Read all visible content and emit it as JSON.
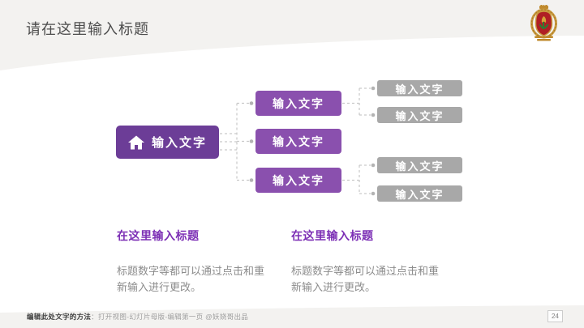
{
  "colors": {
    "band_gray": "#f3f2f0",
    "root_purple": "#6c3d97",
    "child_purple": "#8a50ae",
    "gray_box": "#a8a8a8",
    "heading_purple": "#7c2fb5",
    "body_text_gray": "#8c8c8c",
    "title_gray": "#4d4d4d",
    "connector_gray": "#c9c9c9"
  },
  "header": {
    "title": "请在这里输入标题",
    "logo": "university-crest"
  },
  "diagram": {
    "root": {
      "label": "输入文字",
      "icon": "home-icon"
    },
    "level2": [
      {
        "label": "输入文字"
      },
      {
        "label": "输入文字"
      },
      {
        "label": "输入文字"
      }
    ],
    "level3": [
      {
        "label": "输入文字"
      },
      {
        "label": "输入文字"
      },
      {
        "label": "输入文字"
      },
      {
        "label": "输入文字"
      }
    ]
  },
  "text_blocks": [
    {
      "heading": "在这里输入标题",
      "body": "标题数字等都可以通过点击和重新输入进行更改。"
    },
    {
      "heading": "在这里输入标题",
      "body": "标题数字等都可以通过点击和重新输入进行更改。"
    }
  ],
  "footer": {
    "label_bold": "编辑此处文字的方法",
    "label_rest": "：打开视图-幻灯片母版-编辑第一页 @妖娆哥出品",
    "page_number": "24"
  }
}
